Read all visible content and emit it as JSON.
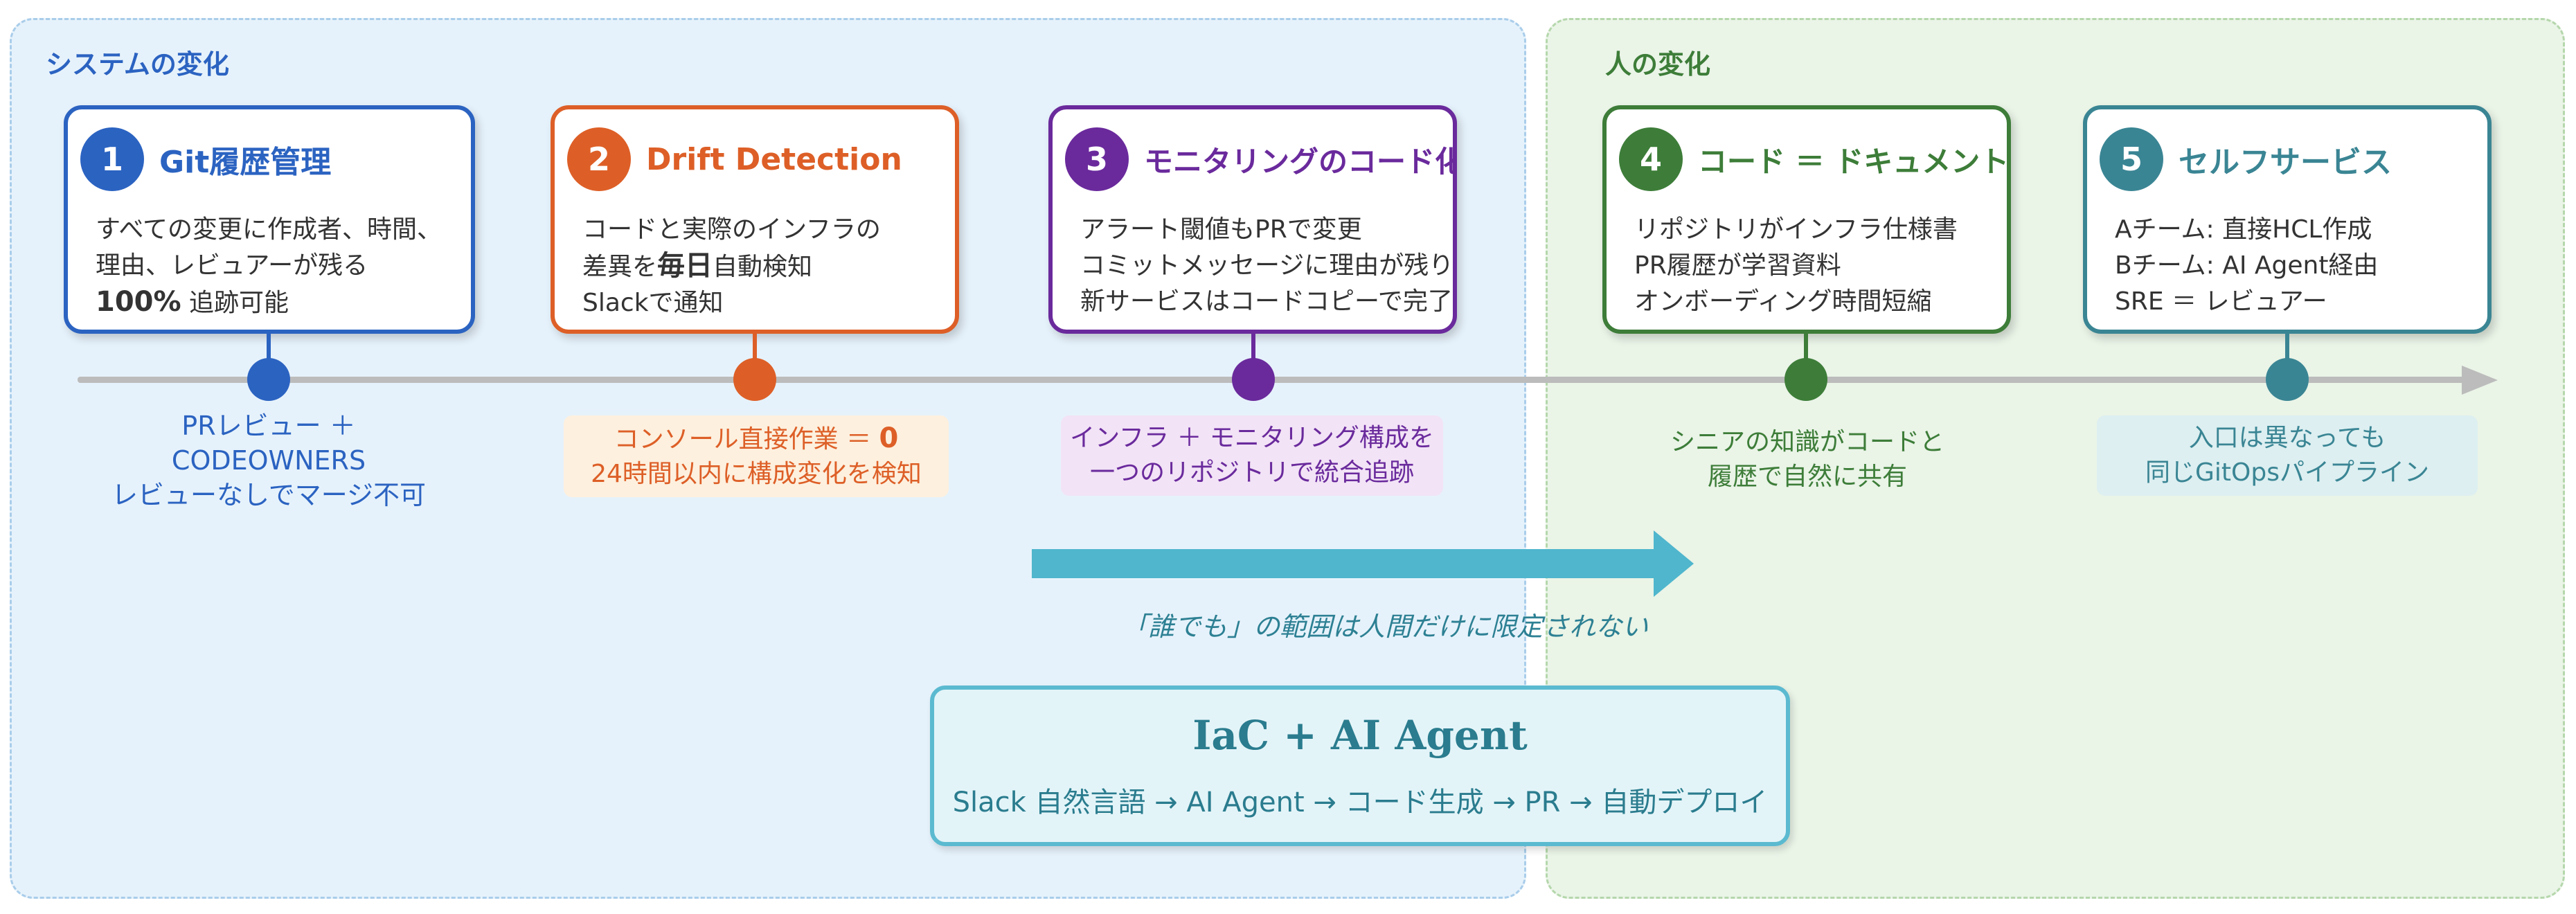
{
  "colors": {
    "step1": "#2b63c1",
    "step2": "#dd5f27",
    "step3": "#6a2a9c",
    "step4": "#3d7d39",
    "step5": "#3a8594",
    "accent_arrow": "#4fb6cd",
    "iac_text": "#2a7c8e"
  },
  "panels": {
    "system": {
      "title": "システムの変化"
    },
    "people": {
      "title": "人の変化"
    }
  },
  "steps": [
    {
      "number": "1",
      "title": "Git履歴管理",
      "lines": [
        "すべての変更に作成者、時間、",
        "理由、レビュアーが残る",
        {
          "bold": "100%",
          "rest": " 追跡可能"
        }
      ],
      "caption": [
        "PRレビュー ＋",
        "CODEOWNERS",
        "レビューなしでマージ不可"
      ]
    },
    {
      "number": "2",
      "title": "Drift Detection",
      "lines": [
        "コードと実際のインフラの",
        {
          "pre": "差異を",
          "bold": "毎日",
          "rest": "自動検知"
        },
        "Slackで通知"
      ],
      "caption": [
        {
          "pre": "コンソール直接作業 ＝ ",
          "bold": "0"
        },
        "24時間以内に構成変化を検知"
      ]
    },
    {
      "number": "3",
      "title": "モニタリングのコード化",
      "lines": [
        "アラート閾値もPRで変更",
        "コミットメッセージに理由が残り",
        "新サービスはコードコピーで完了"
      ],
      "caption": [
        "インフラ ＋ モニタリング構成を",
        "一つのリポジトリで統合追跡"
      ]
    },
    {
      "number": "4",
      "title": "コード ＝ ドキュメント",
      "lines": [
        "リポジトリがインフラ仕様書",
        "PR履歴が学習資料",
        "オンボーディング時間短縮"
      ],
      "caption": [
        "シニアの知識がコードと",
        "履歴で自然に共有"
      ]
    },
    {
      "number": "5",
      "title": "セルフサービス",
      "lines": [
        "Aチーム: 直接HCL作成",
        "Bチーム: AI Agent経由",
        "SRE ＝ レビュアー"
      ],
      "caption": [
        "入口は異なっても",
        "同じGitOpsパイプライン"
      ]
    }
  ],
  "arrow_note": "「誰でも」の範囲は人間だけに限定されない",
  "iac": {
    "title": "IaC + AI Agent",
    "flow": "Slack 自然言語 → AI Agent → コード生成 → PR → 自動デプロイ"
  }
}
